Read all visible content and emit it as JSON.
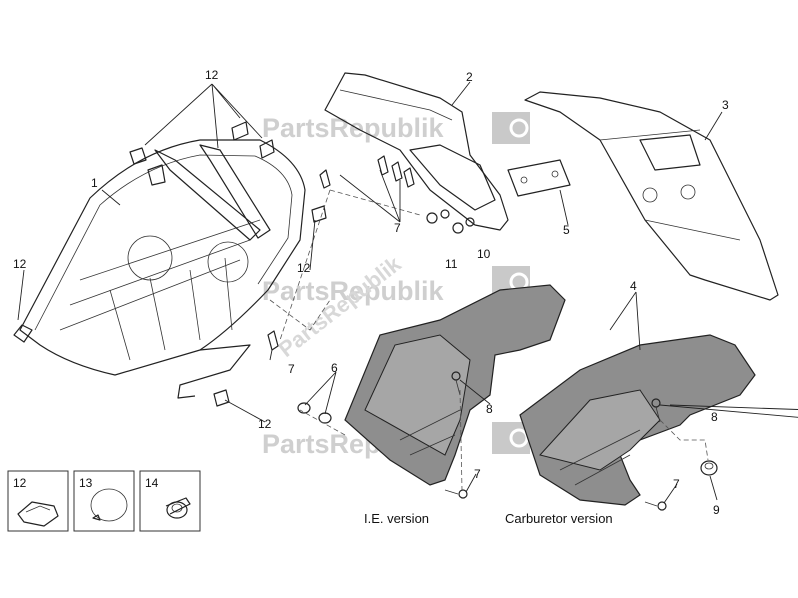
{
  "callouts": {
    "n1": "1",
    "n2": "2",
    "n3": "3",
    "n4": "4",
    "n5": "5",
    "n6": "6",
    "n7a": "7",
    "n7b": "7",
    "n7c": "7",
    "n7d": "7",
    "n8a": "8",
    "n8b": "8",
    "n9": "9",
    "n10": "10",
    "n11": "11",
    "n12a": "12",
    "n12b": "12",
    "n12c": "12",
    "n12d": "12",
    "legend12": "12",
    "legend13": "13",
    "legend14": "14"
  },
  "captions": {
    "ie": "I.E. version",
    "carburetor": "Carburetor version"
  },
  "watermark": {
    "text": "PartsRepublik",
    "gear_icon": "gear-icon",
    "colors": {
      "text": "#cfcfcf",
      "gear_box": "#c9c9c9"
    }
  },
  "colors": {
    "line": "#222222",
    "shade": "#8e8e8e",
    "shade_light": "#a6a6a6"
  }
}
